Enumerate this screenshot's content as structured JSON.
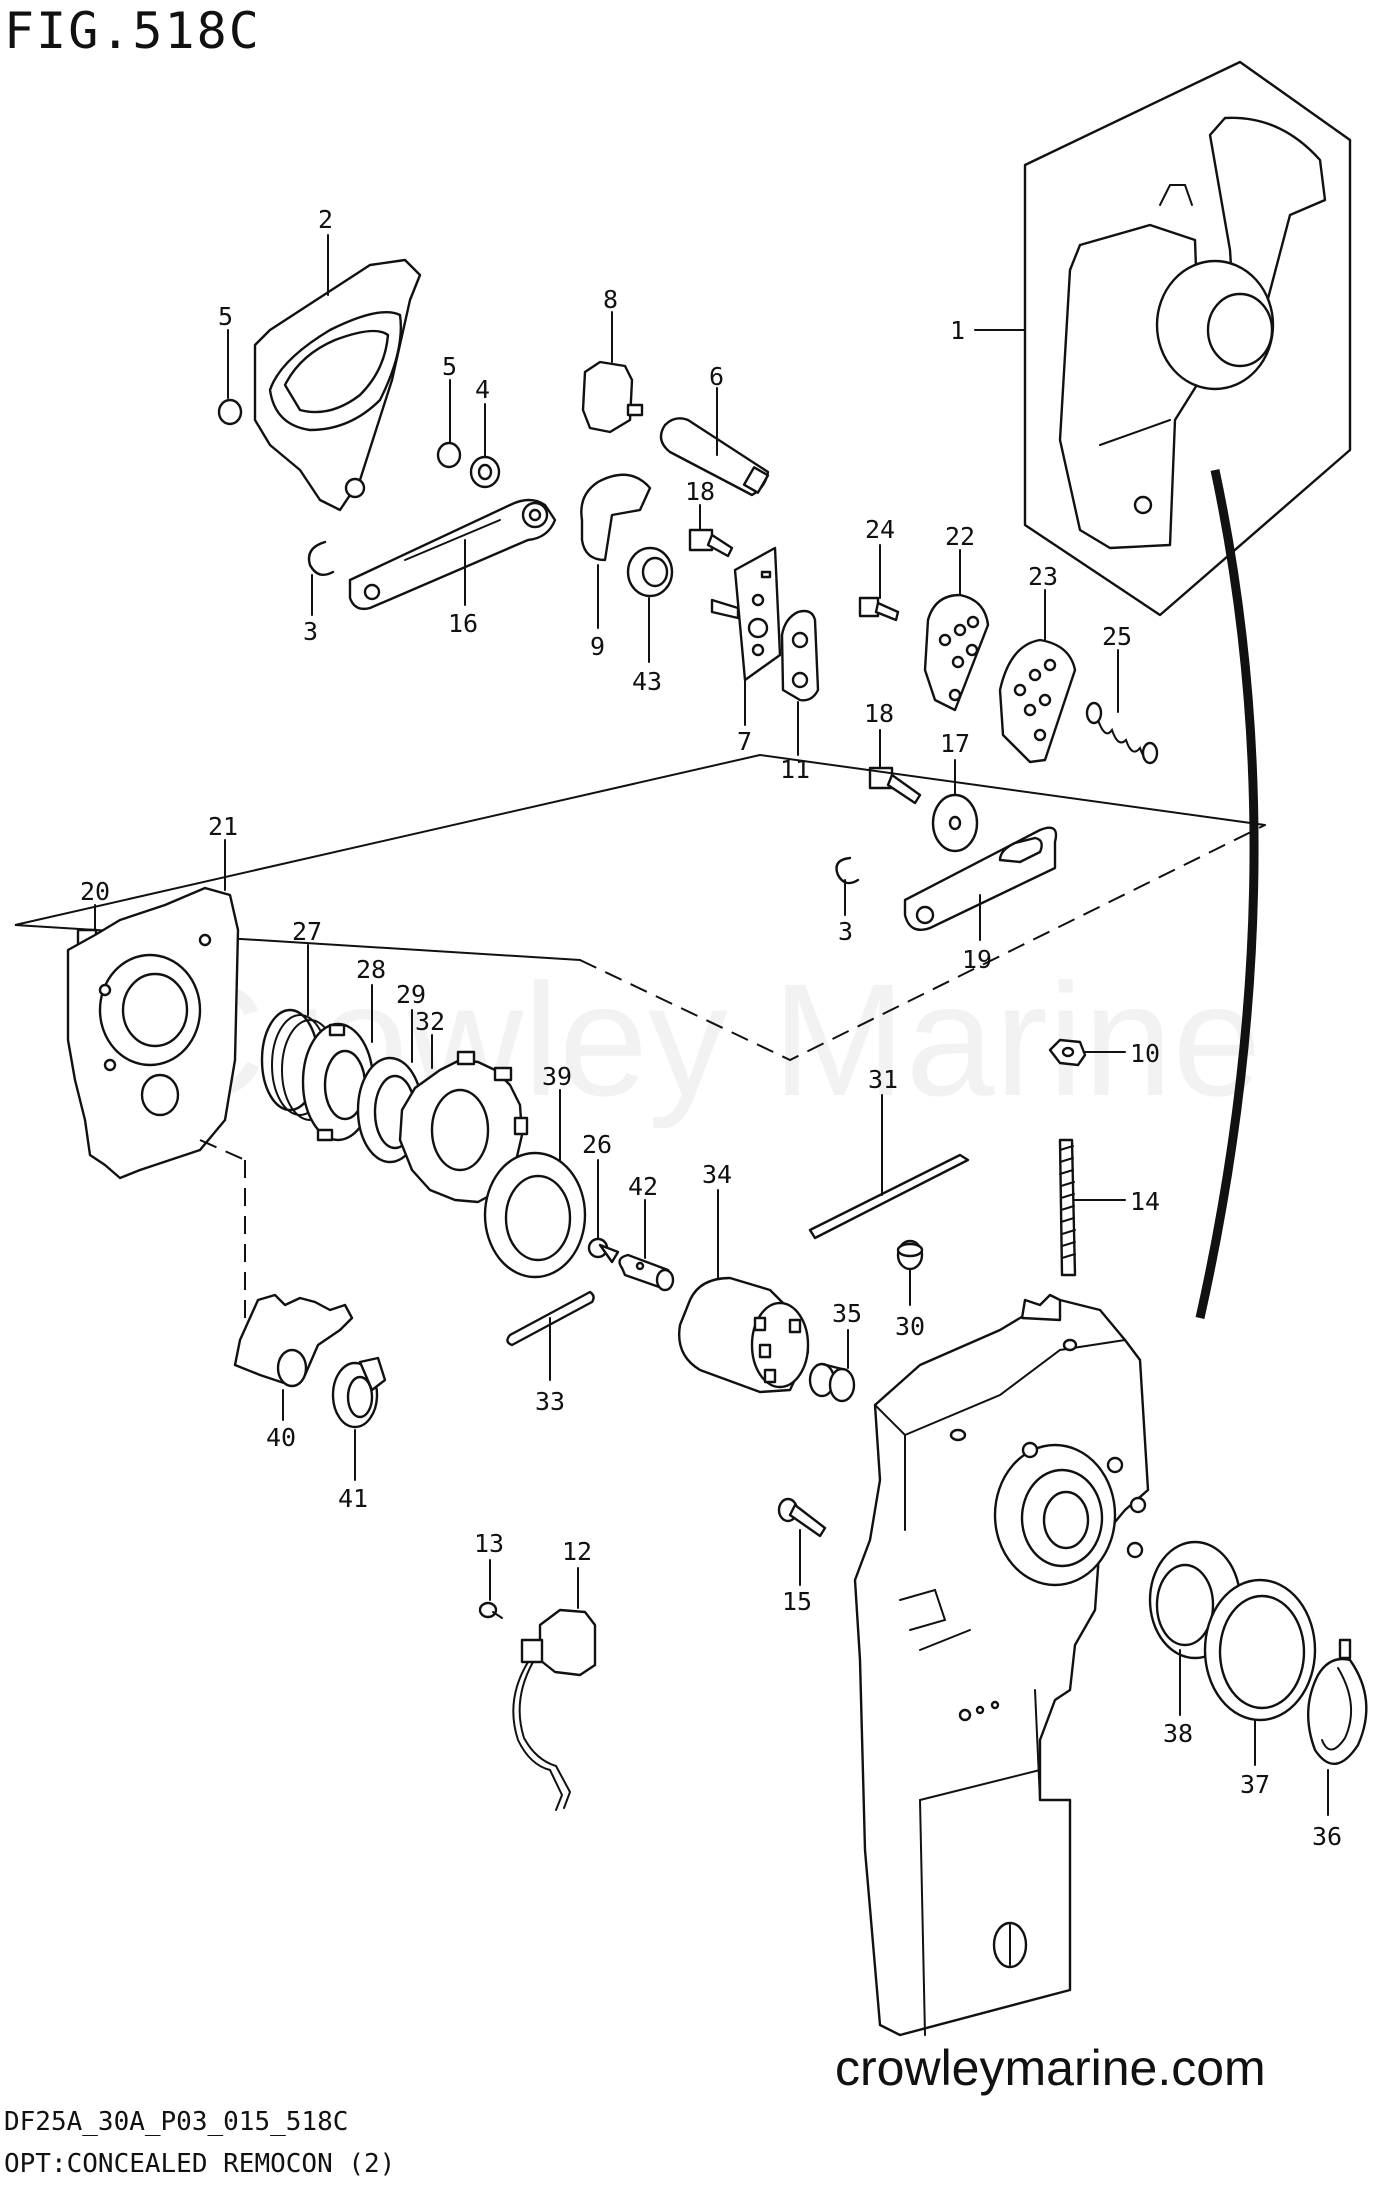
{
  "figure": {
    "title": "FIG.518C"
  },
  "watermark": "Crowley Marine",
  "footer": {
    "code": "DF25A_30A_P03_015_518C",
    "caption": "OPT:CONCEALED REMOCON (2)",
    "site": "crowleymarine.com"
  },
  "callouts": {
    "p1": "1",
    "p2": "2",
    "p3a": "3",
    "p3b": "3",
    "p4": "4",
    "p5a": "5",
    "p5b": "5",
    "p6": "6",
    "p7": "7",
    "p8": "8",
    "p9": "9",
    "p10": "10",
    "p11": "11",
    "p12": "12",
    "p13": "13",
    "p14": "14",
    "p15": "15",
    "p16": "16",
    "p17": "17",
    "p18a": "18",
    "p18b": "18",
    "p19": "19",
    "p20": "20",
    "p21": "21",
    "p22": "22",
    "p23": "23",
    "p24": "24",
    "p25": "25",
    "p26": "26",
    "p27": "27",
    "p28": "28",
    "p29": "29",
    "p30": "30",
    "p31": "31",
    "p32": "32",
    "p33": "33",
    "p34": "34",
    "p35": "35",
    "p36": "36",
    "p37": "37",
    "p38": "38",
    "p39": "39",
    "p40": "40",
    "p41": "41",
    "p42": "42",
    "p43": "43"
  }
}
